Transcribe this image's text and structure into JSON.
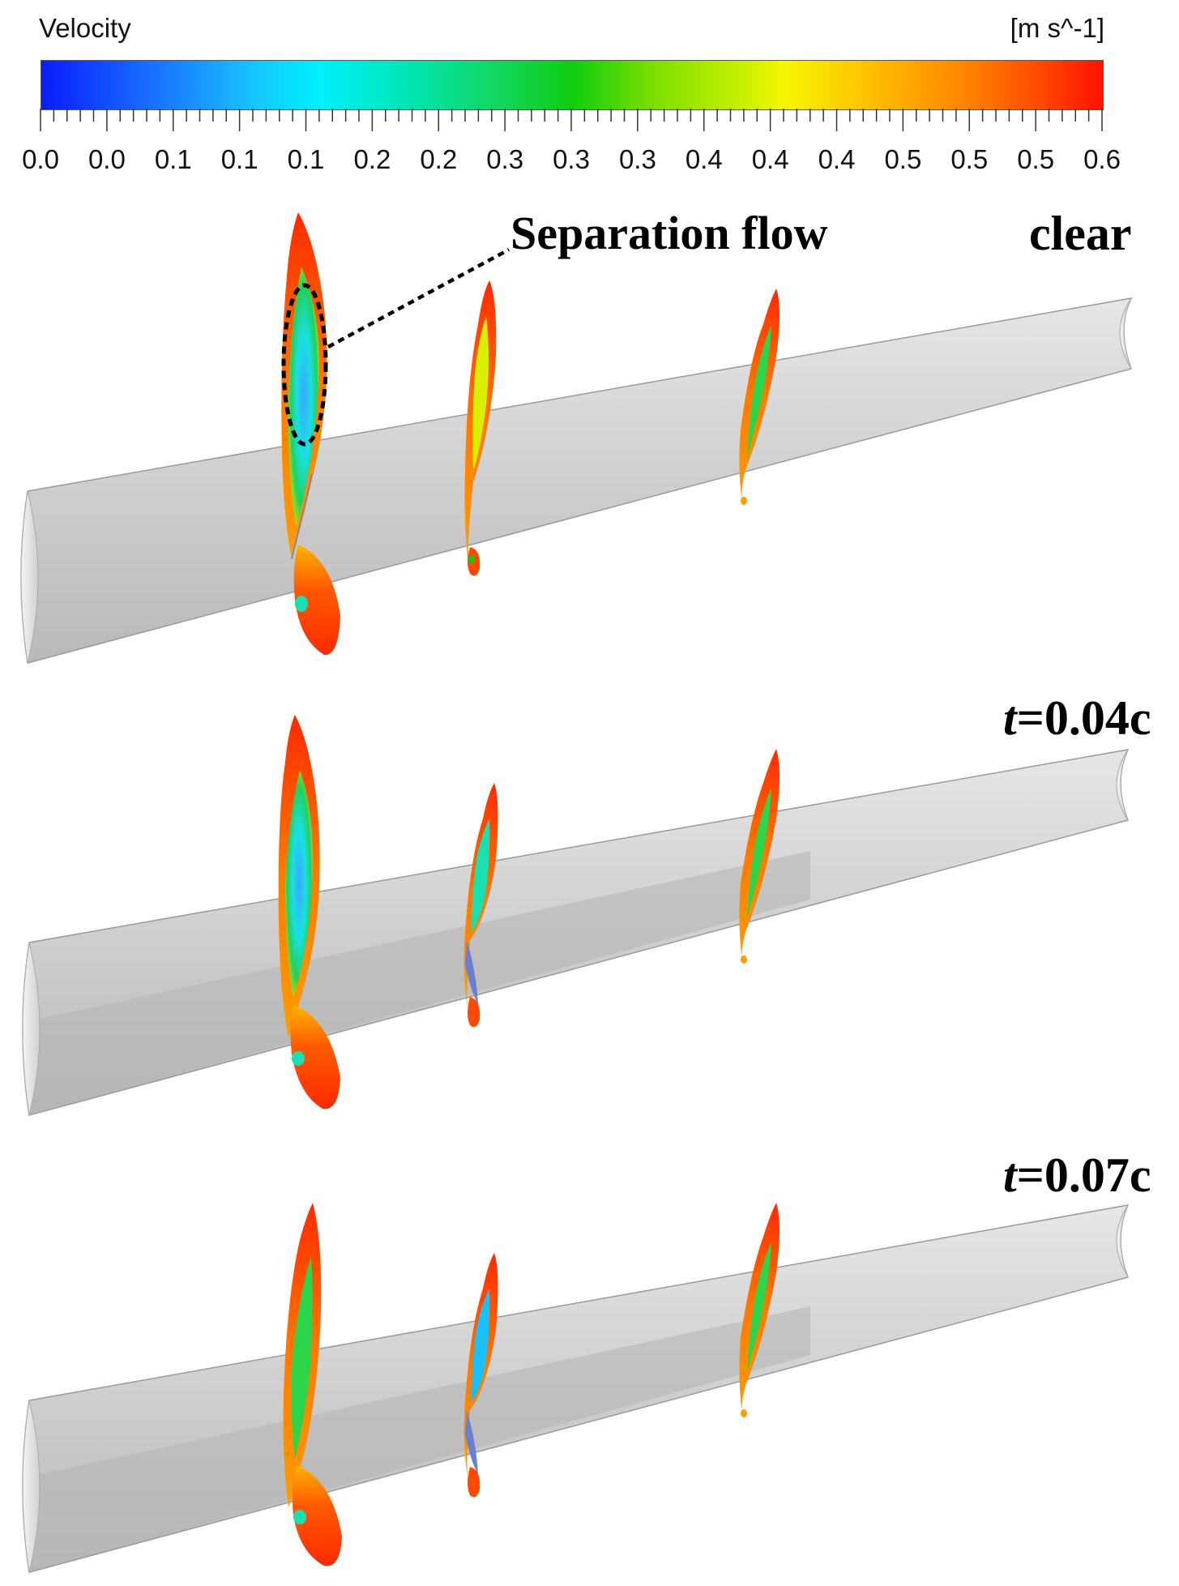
{
  "colorbar": {
    "title": "Velocity",
    "unit": "[m s^-1]",
    "tick_labels": [
      "0.0",
      "0.0",
      "0.1",
      "0.1",
      "0.1",
      "0.2",
      "0.2",
      "0.3",
      "0.3",
      "0.3",
      "0.4",
      "0.4",
      "0.4",
      "0.5",
      "0.5",
      "0.5",
      "0.6"
    ],
    "colors": [
      "#0a1cff",
      "#00f0ff",
      "#10cc10",
      "#f6f600",
      "#ff1200"
    ]
  },
  "annotation": {
    "text": "Separation flow"
  },
  "panels": [
    {
      "label_plain": "clear",
      "label_italic": "",
      "label_rest": ""
    },
    {
      "label_plain": "",
      "label_italic": "t",
      "label_rest": "=0.04c"
    },
    {
      "label_plain": "",
      "label_italic": "t",
      "label_rest": "=0.07c"
    }
  ]
}
